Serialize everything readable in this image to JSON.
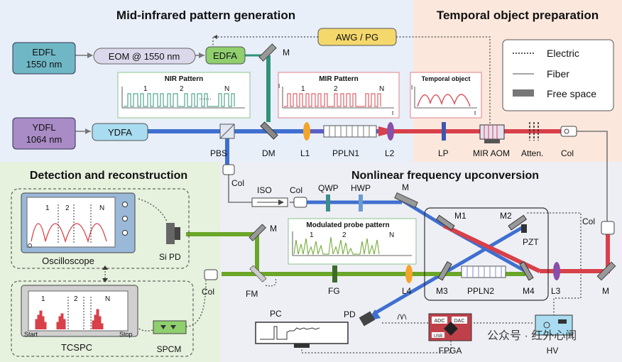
{
  "sections": {
    "mid_ir": "Mid-infrared pattern generation",
    "temporal": "Temporal object preparation",
    "detection": "Detection and reconstruction",
    "nonlinear": "Nonlinear frequency upconversion"
  },
  "sources": {
    "edfl": [
      "EDFL",
      "1550 nm"
    ],
    "ydfl": [
      "YDFL",
      "1064 nm"
    ]
  },
  "components": {
    "eom": "EOM @ 1550 nm",
    "edfa": "EDFA",
    "ydfa": "YDFA",
    "awg": "AWG / PG",
    "m": "M",
    "pbs": "PBS",
    "dm": "DM",
    "l1": "L1",
    "ppln1": "PPLN1",
    "l2": "L2",
    "lp": "LP",
    "mir_aom": "MIR AOM",
    "atten": "Atten.",
    "col": "Col",
    "iso": "ISO",
    "qwp": "QWP",
    "hwp": "HWP",
    "m1": "M1",
    "m2": "M2",
    "m3": "M3",
    "m4": "M4",
    "ppln2": "PPLN2",
    "pzt": "PZT",
    "l3": "L3",
    "l4": "L4",
    "fg": "FG",
    "fm": "FM",
    "pd": "PD",
    "pc": "PC",
    "fpga": "FPGA",
    "hv": "HV",
    "adc": "ADC",
    "dac": "DAC",
    "usb": "USB",
    "si_pd": "Si PD",
    "oscilloscope": "Oscilloscope",
    "tcspc": "TCSPC",
    "spcm": "SPCM",
    "start": "Start",
    "stop": "Stop"
  },
  "legend": {
    "electric": "Electric",
    "fiber": "Fiber",
    "free_space": "Free space"
  },
  "insets": {
    "nir": "NIR Pattern",
    "mir": "MIR Pattern",
    "temporal": "Temporal object",
    "probe": "Modulated probe pattern",
    "axis_i": "I",
    "axis_t": "t",
    "n1": "1",
    "n2": "2",
    "nN": "N",
    "dots": "……"
  },
  "watermark": "公众号 · 红外心闻",
  "colors": {
    "mid_ir_bg": "#e8eff9",
    "temporal_bg": "#fbe7dc",
    "detection_bg": "#e6f1de",
    "nonlinear_bg": "#eeeff4",
    "blue_beam": "#3f6fd0",
    "red_beam": "#d8404a",
    "green_beam": "#6aa628",
    "teal_fiber": "#2f9378"
  }
}
